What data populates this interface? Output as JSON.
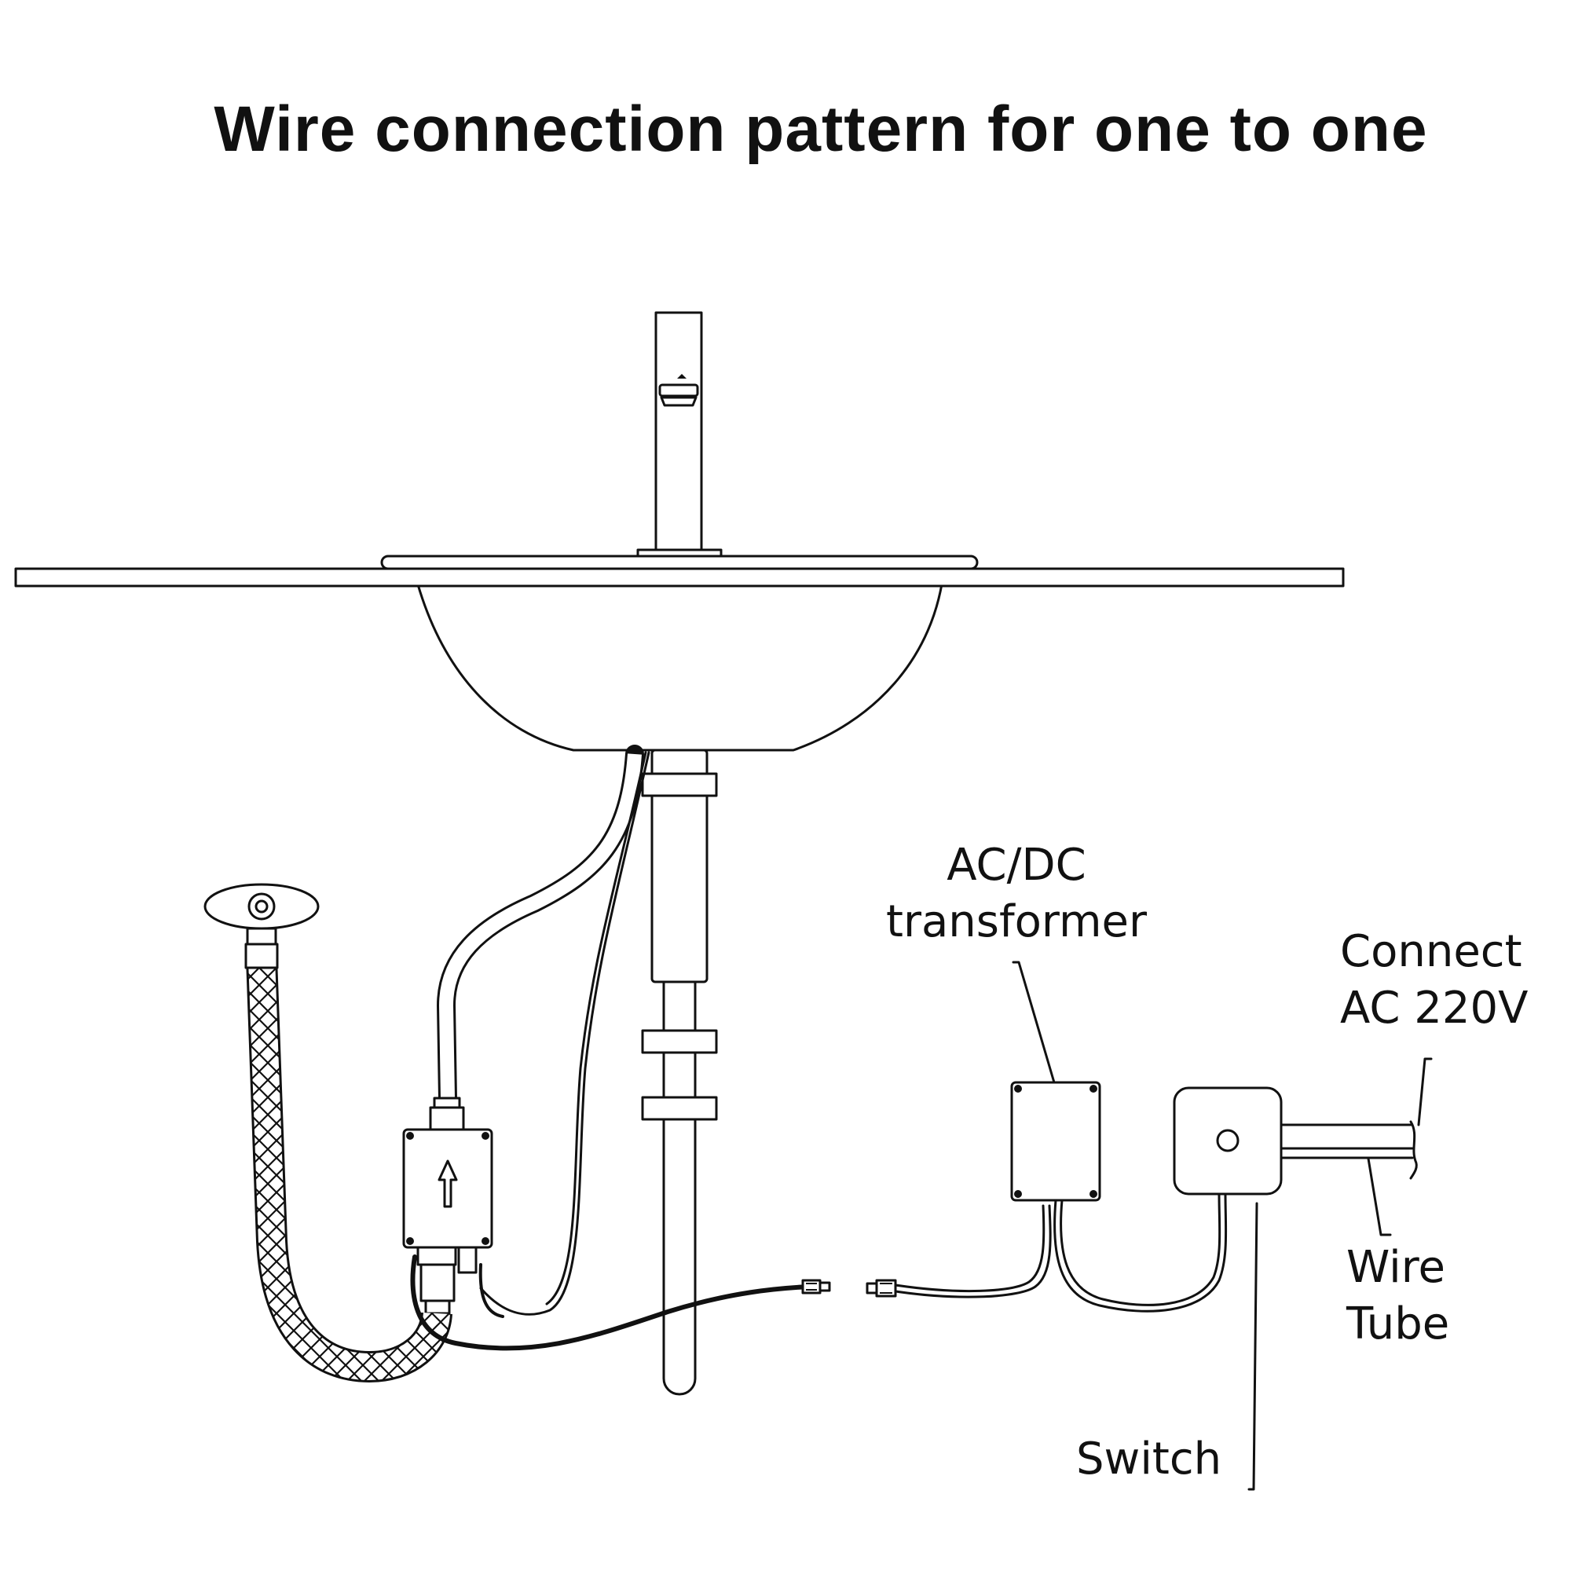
{
  "title": "Wire connection pattern for one to one",
  "labels": {
    "transformer_line1": "AC/DC",
    "transformer_line2": "transformer",
    "power_line1": "Connect",
    "power_line2": "AC 220V",
    "tube_line1": "Wire",
    "tube_line2": "Tube",
    "switch": "Switch"
  }
}
